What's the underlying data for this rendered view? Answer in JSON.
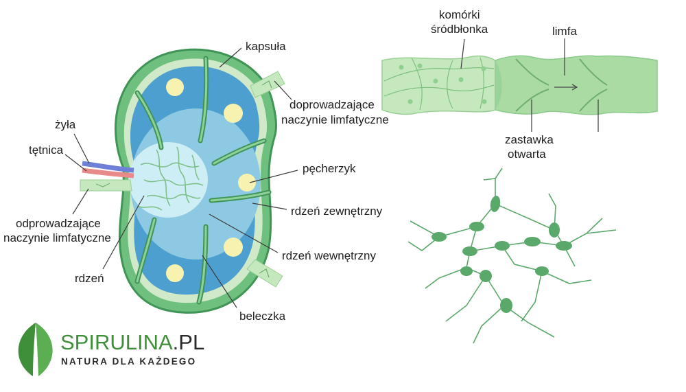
{
  "labels": {
    "capsule": "kapsuła",
    "afferent_line1": "doprowadzające",
    "afferent_line2": "naczynie limfatyczne",
    "vein": "żyła",
    "artery": "tętnica",
    "follicle": "pęcherzyk",
    "outer_cortex": "rdzeń zewnętrzny",
    "efferent_line1": "odprowadzające",
    "efferent_line2": "naczynie limfatyczne",
    "inner_cortex": "rdzeń wewnętrzny",
    "medulla": "rdzeń",
    "trabecula": "beleczka",
    "endothelial_line1": "komórki",
    "endothelial_line2": "śródbłonka",
    "lymph": "limfa",
    "valve_line1": "zastawka",
    "valve_line2": "otwarta"
  },
  "logo": {
    "name": "SPIRULINA",
    "suffix": ".PL",
    "tagline": "NATURA DLA KAŻDEGO"
  },
  "colors": {
    "capsule": "#6fbf7f",
    "capsule_dark": "#3f9456",
    "sinus": "#cfe9c9",
    "cortex": "#4d9fcf",
    "inner_cortex": "#8dc9e2",
    "medulla": "#cdeef4",
    "follicle": "#f7f2b0",
    "vessel_light": "#c6e8bf",
    "vessel_mid": "#a9dba3",
    "network": "#5aa86a",
    "vein": "#6d7fd6",
    "artery": "#e88a8a",
    "logo_green": "#3f8f3a"
  }
}
